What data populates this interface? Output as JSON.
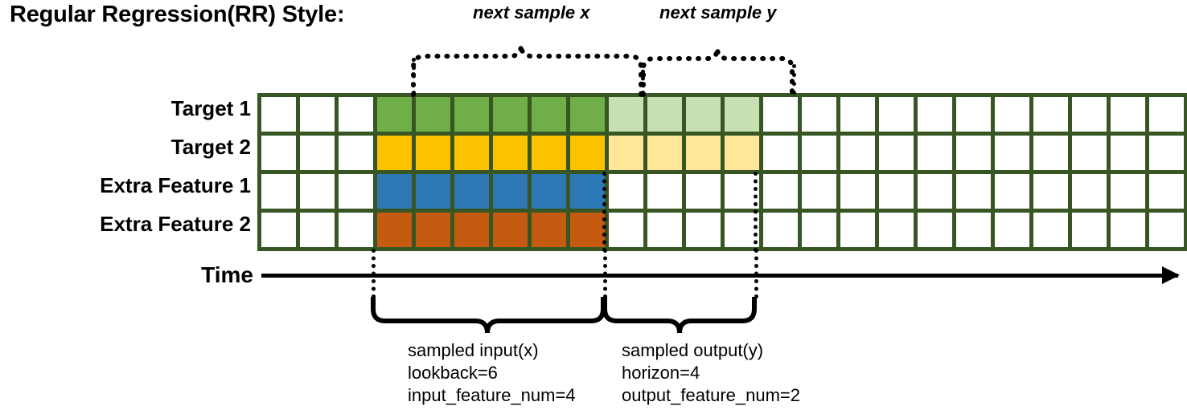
{
  "title": "Regular Regression(RR) Style:",
  "rows": [
    {
      "label": "Target 1",
      "color_key": "green"
    },
    {
      "label": "Target 2",
      "color_key": "yellow"
    },
    {
      "label": "Extra Feature 1",
      "color_key": "blue"
    },
    {
      "label": "Extra Feature 2",
      "color_key": "orange"
    }
  ],
  "grid": {
    "columns": 24,
    "rows": 4,
    "lead_blank_columns": 3,
    "input_columns": 6,
    "output_columns": 4,
    "trailing_blank_columns": 11,
    "cells": [
      [
        "white",
        "white",
        "white",
        "green",
        "green",
        "green",
        "green",
        "green",
        "green",
        "lightgreen",
        "lightgreen",
        "lightgreen",
        "lightgreen",
        "white",
        "white",
        "white",
        "white",
        "white",
        "white",
        "white",
        "white",
        "white",
        "white",
        "white"
      ],
      [
        "white",
        "white",
        "white",
        "yellow",
        "yellow",
        "yellow",
        "yellow",
        "yellow",
        "yellow",
        "lightyellow",
        "lightyellow",
        "lightyellow",
        "lightyellow",
        "white",
        "white",
        "white",
        "white",
        "white",
        "white",
        "white",
        "white",
        "white",
        "white",
        "white"
      ],
      [
        "white",
        "white",
        "white",
        "blue",
        "blue",
        "blue",
        "blue",
        "blue",
        "blue",
        "white",
        "white",
        "white",
        "white",
        "white",
        "white",
        "white",
        "white",
        "white",
        "white",
        "white",
        "white",
        "white",
        "white",
        "white"
      ],
      [
        "white",
        "white",
        "white",
        "orange",
        "orange",
        "orange",
        "orange",
        "orange",
        "orange",
        "white",
        "white",
        "white",
        "white",
        "white",
        "white",
        "white",
        "white",
        "white",
        "white",
        "white",
        "white",
        "white",
        "white",
        "white"
      ]
    ]
  },
  "colors": {
    "grid_border": "#375623",
    "green": "#6FAE48",
    "lightgreen": "#C6E0B4",
    "yellow": "#FCC200",
    "lightyellow": "#FFE699",
    "blue": "#2E77B5",
    "orange": "#C55A11",
    "white": "#FFFFFF",
    "line": "#000000"
  },
  "time_axis": {
    "label": "Time"
  },
  "top_braces": [
    {
      "caption": "next sample x"
    },
    {
      "caption": "next sample y"
    }
  ],
  "bottom_braces": [
    {
      "line1": "sampled input(x)",
      "line2": "lookback=6",
      "line3": "input_feature_num=4"
    },
    {
      "line1": "sampled output(y)",
      "line2": "horizon=4",
      "line3": "output_feature_num=2"
    }
  ]
}
